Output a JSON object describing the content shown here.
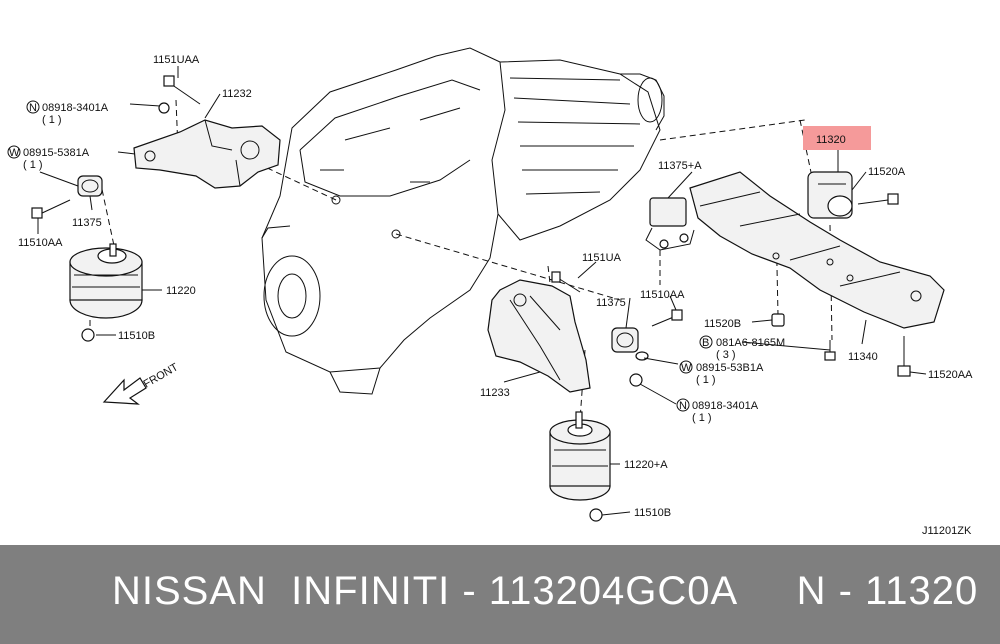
{
  "colors": {
    "highlight": "#f59a9a",
    "footer_bg": "#7f7f7f",
    "footer_text": "#ffffff"
  },
  "diagram": {
    "code": "J11201ZK",
    "front_label": "FRONT",
    "labels": {
      "p1151uaa": "1151UAA",
      "p11232": "11232",
      "n08918_l": "N",
      "p08918_l": "08918-3401A",
      "q08918_l": "( 1 )",
      "w08915_l": "W",
      "p08915_l": "08915-5381A",
      "q08915_l": "( 1 )",
      "p11375_l": "11375",
      "p11510aa_l": "11510AA",
      "p11220": "11220",
      "p11510b_l": "11510B",
      "p11320": "11320",
      "p11520a": "11520A",
      "p11375a": "11375+A",
      "p1151ua": "1151UA",
      "p11510aa_r": "11510AA",
      "p11375_r": "11375",
      "p11520b": "11520B",
      "b081a6": "B",
      "p081a6": "081A6-8165M",
      "q081a6": "( 3 )",
      "p11340": "11340",
      "w08915_r": "W",
      "p08915_r": "08915-53B1A",
      "q08915_r": "( 1 )",
      "p11520aa": "11520AA",
      "p11233": "11233",
      "n08918_r": "N",
      "p08918_r": "08918-3401A",
      "q08918_r": "( 1 )",
      "p11220a": "11220+A",
      "p11510b_r": "11510B"
    }
  },
  "footer": {
    "text": "NISSAN  INFINITI - 113204GC0A     N - 11320"
  }
}
